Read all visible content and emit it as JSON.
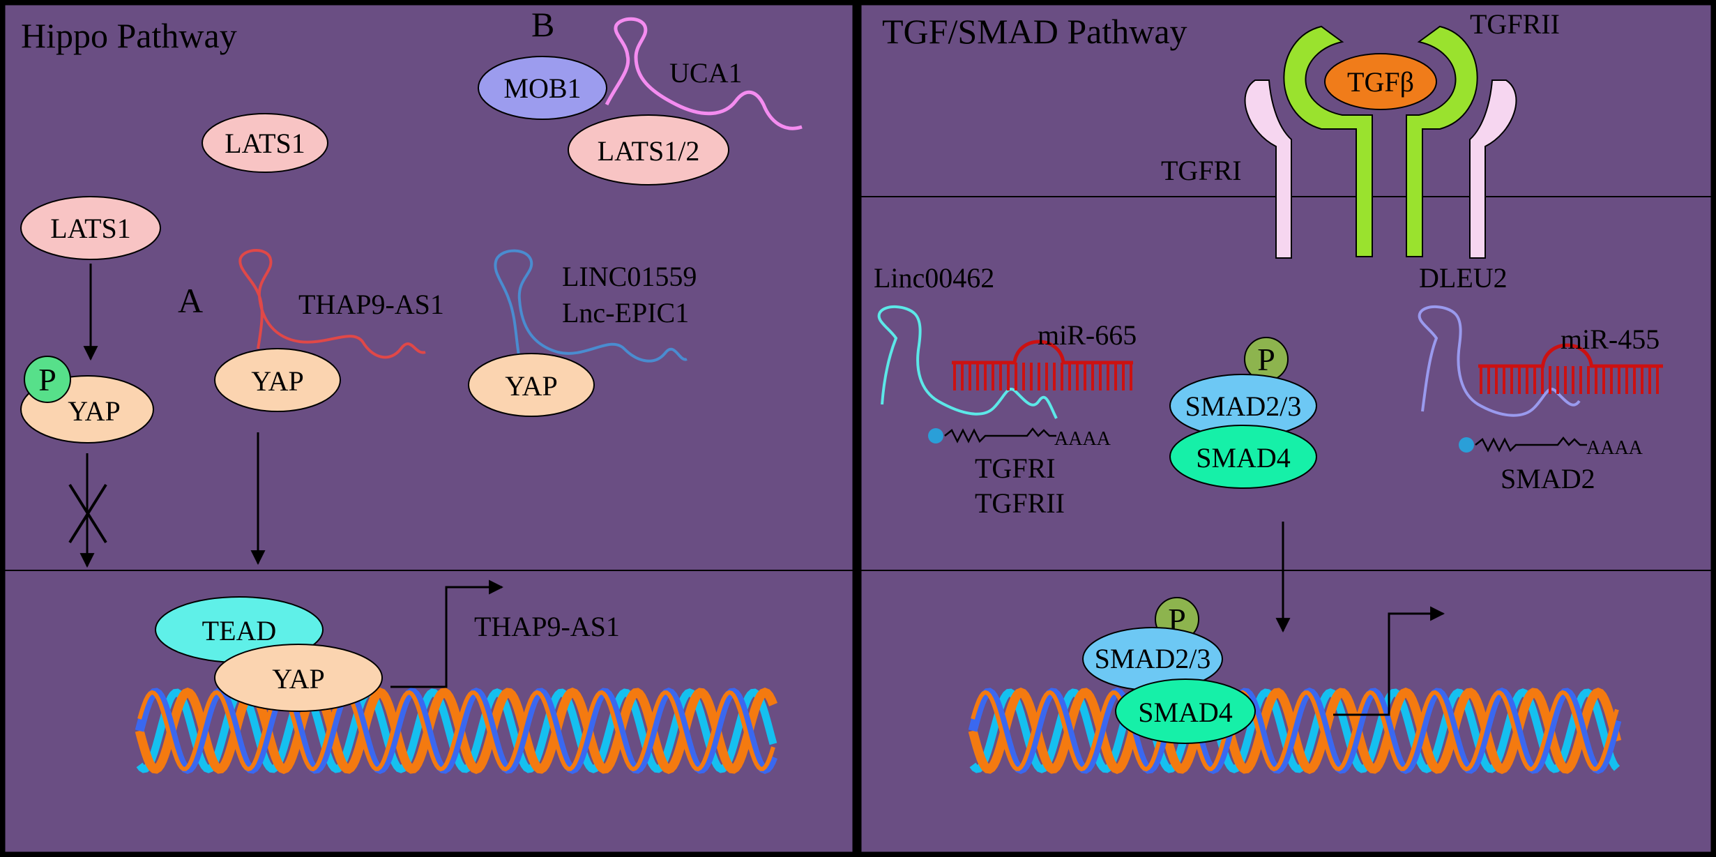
{
  "panels": {
    "left_title": "Hippo Pathway",
    "right_title": "TGF/SMAD Pathway"
  },
  "hippo": {
    "label_a": "A",
    "label_b": "B",
    "mob1": "MOB1",
    "uca1": "UCA1",
    "lats12": "LATS1/2",
    "lats1_top": "LATS1",
    "lats1_left": "LATS1",
    "thap9_as1": "THAP9-AS1",
    "linc01559": "LINC01559",
    "lnc_epic1": "Lnc-EPIC1",
    "yap_mid": "YAP",
    "yap_right": "YAP",
    "yap_left": "YAP",
    "p_left": "P",
    "tead": "TEAD",
    "yap_nucleus": "YAP",
    "thap9_as1_target": "THAP9-AS1"
  },
  "tgf": {
    "tgfrii": "TGFRII",
    "tgfb": "TGFβ",
    "tgfri": "TGFRI",
    "linc00462": "Linc00462",
    "mir665": "miR-665",
    "tgfri_target": "TGFRI",
    "tgfrii_target": "TGFRII",
    "polyA_left": "AAAA",
    "dleu2": "DLEU2",
    "mir455": "miR-455",
    "smad2_target": "SMAD2",
    "polyA_right": "AAAA",
    "p_cyto": "P",
    "smad23_cyto": "SMAD2/3",
    "smad4_cyto": "SMAD4",
    "p_nucleus": "P",
    "smad23_nucleus": "SMAD2/3",
    "smad4_nucleus": "SMAD4"
  },
  "colors": {
    "background": "#6a4e83",
    "lats": "#f8c4c4",
    "yap": "#fbd4b0",
    "mob1": "#9c9cee",
    "p_green": "#57e08a",
    "p_olive": "#8db44e",
    "tead": "#5ff0e8",
    "smad23": "#6dc8f4",
    "smad4": "#16f0a8",
    "tgfb": "#f07c1a",
    "tgfrii": "#9ae22e",
    "tgfri": "#f6d6f0",
    "mirna": "#cc1111",
    "dna_orange": "#f47a10",
    "dna_blue": "#3a68f0",
    "dna_cyan": "#15c0f0"
  }
}
